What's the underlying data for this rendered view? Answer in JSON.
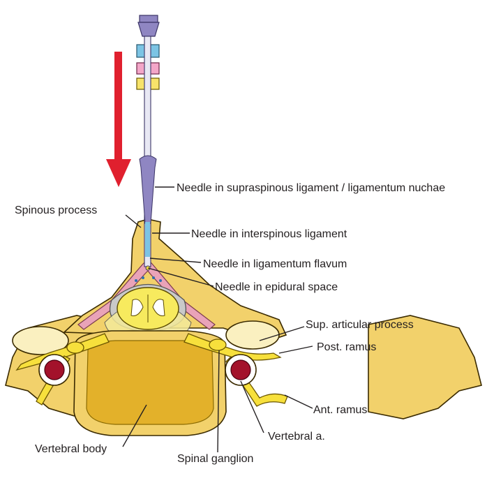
{
  "labels": {
    "needle_supraspinous": "Needle in supraspinous ligament / ligamentum nuchae",
    "spinous_process": "Spinous process",
    "needle_interspinous": "Needle in interspinous ligament",
    "needle_flavum": "Needle in ligamentum flavum",
    "needle_epidural": "Needle in epidural space",
    "sup_articular": "Sup. articular process",
    "post_ramus": "Post. ramus",
    "ant_ramus": "Ant. ramus",
    "vertebral_a": "Vertebral a.",
    "vertebral_body": "Vertebral body",
    "spinal_ganglion": "Spinal ganglion"
  },
  "colors": {
    "bone": "#f2d16b",
    "bone_dark": "#d9a520",
    "body_fill": "#e3b12a",
    "nerve": "#f7e03c",
    "ligament_pink": "#e9a3b8",
    "dura_gray": "#c9c9c9",
    "artery": "#a3122b",
    "needle_purple": "#8f86c2",
    "hub_blue": "#7cc4e4",
    "hub_pink": "#f3a6c8",
    "hub_yellow": "#f7e36a",
    "arrow_red": "#e0202e"
  },
  "icons": {
    "direction_arrow": "down-arrow-icon"
  }
}
